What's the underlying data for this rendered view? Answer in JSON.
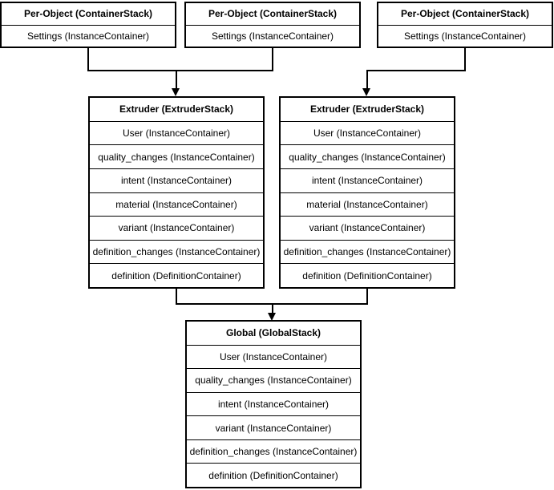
{
  "diagram": {
    "type": "flowchart",
    "colors": {
      "line": "#000000",
      "text": "#000000",
      "background": "#ffffff",
      "box_fill": "#ffffff"
    },
    "stacks": [
      {
        "id": "per-object-1",
        "title": "Per-Object (ContainerStack)",
        "rows": [
          "Settings (InstanceContainer)"
        ]
      },
      {
        "id": "per-object-2",
        "title": "Per-Object (ContainerStack)",
        "rows": [
          "Settings (InstanceContainer)"
        ]
      },
      {
        "id": "per-object-3",
        "title": "Per-Object (ContainerStack)",
        "rows": [
          "Settings (InstanceContainer)"
        ]
      },
      {
        "id": "extruder-1",
        "title": "Extruder (ExtruderStack)",
        "rows": [
          "User (InstanceContainer)",
          "quality_changes (InstanceContainer)",
          "intent (InstanceContainer)",
          "material (InstanceContainer)",
          "variant (InstanceContainer)",
          "definition_changes (InstanceContainer)",
          "definition (DefinitionContainer)"
        ]
      },
      {
        "id": "extruder-2",
        "title": "Extruder (ExtruderStack)",
        "rows": [
          "User (InstanceContainer)",
          "quality_changes (InstanceContainer)",
          "intent (InstanceContainer)",
          "material (InstanceContainer)",
          "variant (InstanceContainer)",
          "definition_changes (InstanceContainer)",
          "definition (DefinitionContainer)"
        ]
      },
      {
        "id": "global",
        "title": "Global (GlobalStack)",
        "rows": [
          "User (InstanceContainer)",
          "quality_changes (InstanceContainer)",
          "intent (InstanceContainer)",
          "variant (InstanceContainer)",
          "definition_changes (InstanceContainer)",
          "definition (DefinitionContainer)"
        ]
      }
    ],
    "connections": [
      {
        "from": "per-object-1",
        "to": "extruder-1"
      },
      {
        "from": "per-object-2",
        "to": "extruder-1"
      },
      {
        "from": "per-object-3",
        "to": "extruder-2"
      },
      {
        "from": "extruder-1",
        "to": "global"
      },
      {
        "from": "extruder-2",
        "to": "global"
      }
    ]
  }
}
